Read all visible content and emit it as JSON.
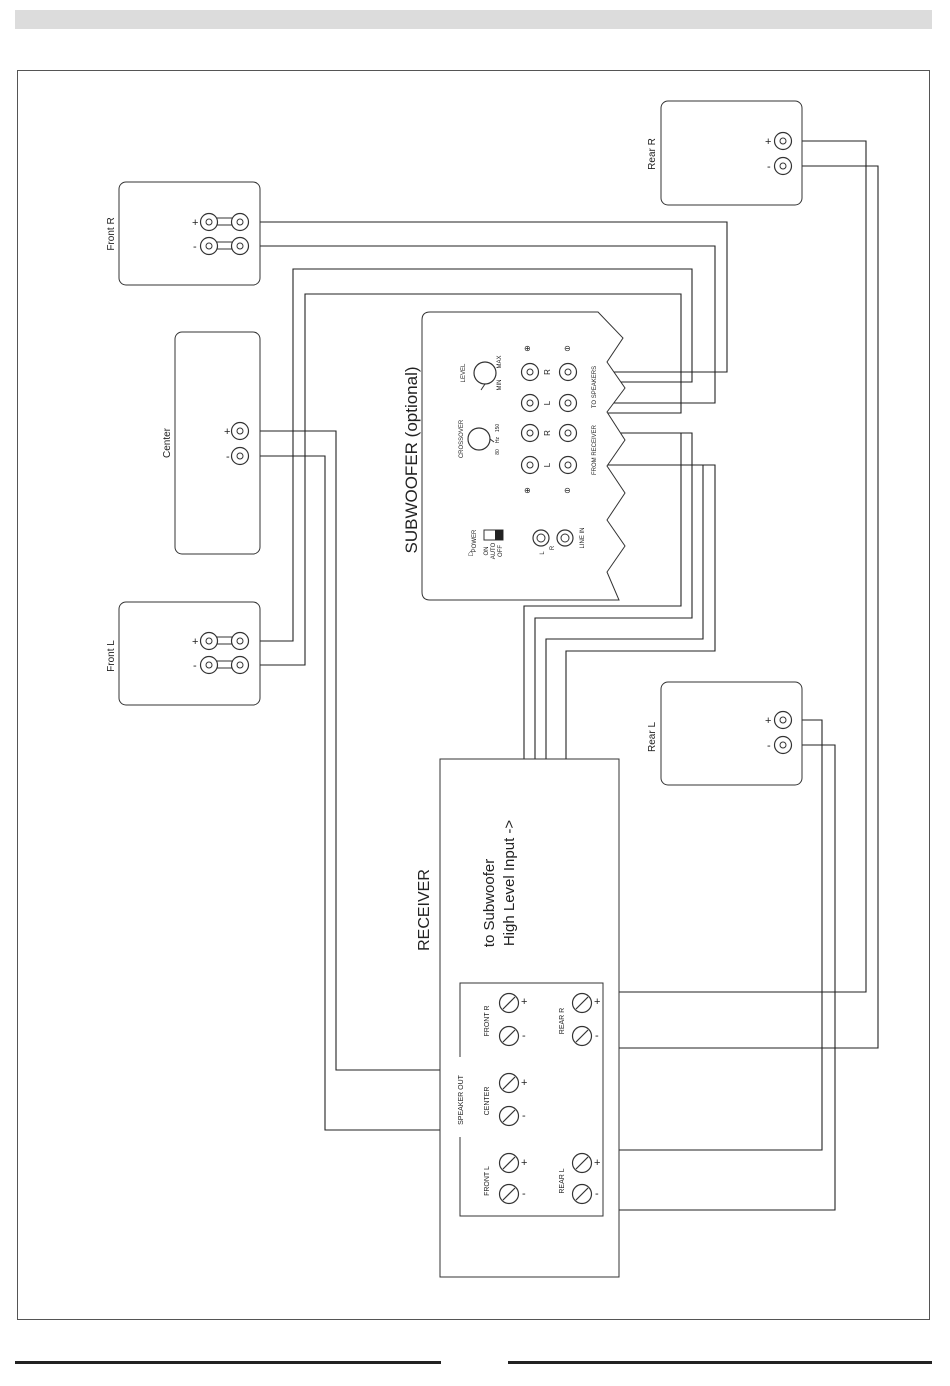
{
  "speakers": {
    "front_r": "Front R",
    "center": "Center",
    "front_l": "Front L",
    "rear_r": "Rear R",
    "rear_l": "Rear L"
  },
  "polarity": {
    "plus": "+",
    "minus": "-"
  },
  "subwoofer": {
    "title": "SUBWOOFER (optional)",
    "level": "LEVEL",
    "min": "MIN",
    "max": "MAX",
    "crossover": "CROSSOVER",
    "crossover_scale": [
      "80",
      "Hz",
      "150"
    ],
    "power": "POWER",
    "power_modes": [
      "ON",
      "AUTO",
      "OFF"
    ],
    "line_in": "LINE IN",
    "to_speakers": "TO SPEAKERS",
    "from_receiver": "FROM RECEIVER",
    "r": "R",
    "l": "L"
  },
  "receiver": {
    "title": "RECEIVER",
    "note_line1": "to Subwoofer",
    "note_line2": "High Level Input ->",
    "speaker_out": "SPEAKER OUT",
    "front_r": "FRONT R",
    "center": "CENTER",
    "front_l": "FRONT L",
    "rear_r": "REAR R",
    "rear_l": "REAR L"
  }
}
